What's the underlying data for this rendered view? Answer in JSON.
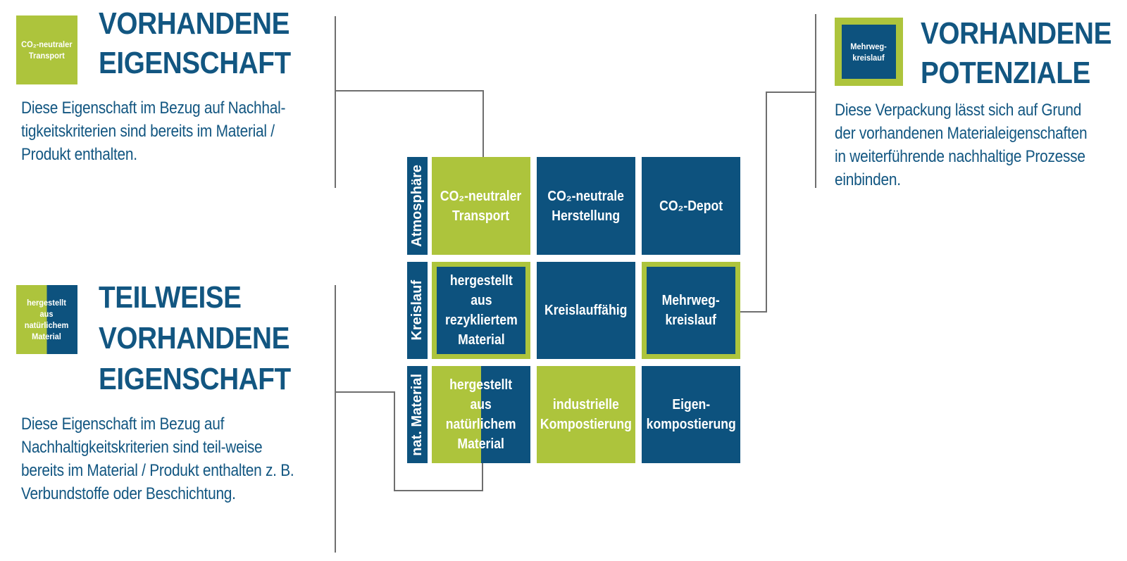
{
  "colors": {
    "green": "#adc43c",
    "blue": "#0d527e",
    "text_blue": "#125681",
    "line_gray": "#6e6e6e",
    "bg": "#ffffff"
  },
  "legend": {
    "existing_property": {
      "swatch_text": "CO₂-neutraler\nTransport",
      "title_lines": [
        "VORHANDENE",
        "EIGENSCHAFT"
      ],
      "description": "Diese Eigenschaft im Bezug auf Nachhal-\ntigkeitskriterien sind bereits im Material /\nProdukt enthalten."
    },
    "partial_property": {
      "swatch_text": "hergestellt\naus\nnatürlichem\nMaterial",
      "title_lines": [
        "TEILWEISE",
        "VORHANDENE",
        "EIGENSCHAFT"
      ],
      "description": "Diese Eigenschaft im Bezug auf\nNachhaltigkeitskriterien sind teil-weise\nbereits im Material / Produkt enthalten z. B.\nVerbundstoffe oder Beschichtung."
    },
    "potentials": {
      "swatch_text": "Mehrweg-\nkreislauf",
      "title_lines": [
        "VORHANDENE",
        "POTENZIALE"
      ],
      "description": "Diese Verpackung lässt sich auf Grund\nder vorhandenen Materialeigenschaften\nin weiterführende nachhaltige Prozesse\neinbinden."
    }
  },
  "matrix": {
    "rows": [
      {
        "label": "Atmosphäre",
        "cells": [
          {
            "text": "CO₂-neutraler\nTransport",
            "variant": "green"
          },
          {
            "text": "CO₂-neutrale\nHerstellung",
            "variant": "blue"
          },
          {
            "text": "CO₂-Depot",
            "variant": "blue"
          }
        ]
      },
      {
        "label": "Kreislauf",
        "cells": [
          {
            "text": "hergestellt\naus\nrezykliertem\nMaterial",
            "variant": "framed"
          },
          {
            "text": "Kreislauffähig",
            "variant": "blue"
          },
          {
            "text": "Mehrweg-\nkreislauf",
            "variant": "framed"
          }
        ]
      },
      {
        "label": "nat. Material",
        "cells": [
          {
            "text": "hergestellt\naus\nnatürlichem\nMaterial",
            "variant": "split"
          },
          {
            "text": "industrielle\nKompostierung",
            "variant": "green"
          },
          {
            "text": "Eigen-\nkompostierung",
            "variant": "blue"
          }
        ]
      }
    ]
  }
}
